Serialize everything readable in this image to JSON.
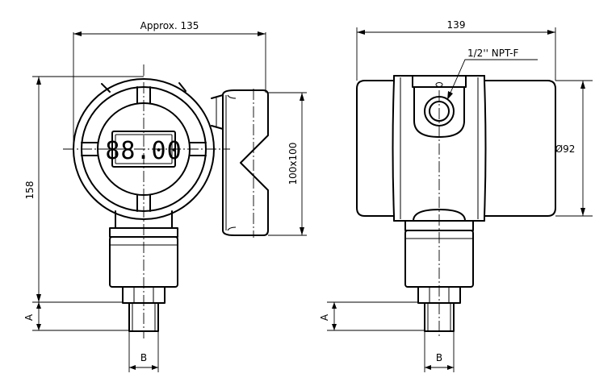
{
  "front_view": {
    "width_label": "Approx. 135",
    "height_label": "158",
    "bracket_label": "100x100",
    "display_reading": "88.00",
    "thread_length_label": "A",
    "thread_diameter_label": "B"
  },
  "side_view": {
    "width_label": "139",
    "port_label": "1/2'' NPT-F",
    "diameter_label": "Ø92",
    "thread_length_label": "A",
    "thread_diameter_label": "B"
  }
}
